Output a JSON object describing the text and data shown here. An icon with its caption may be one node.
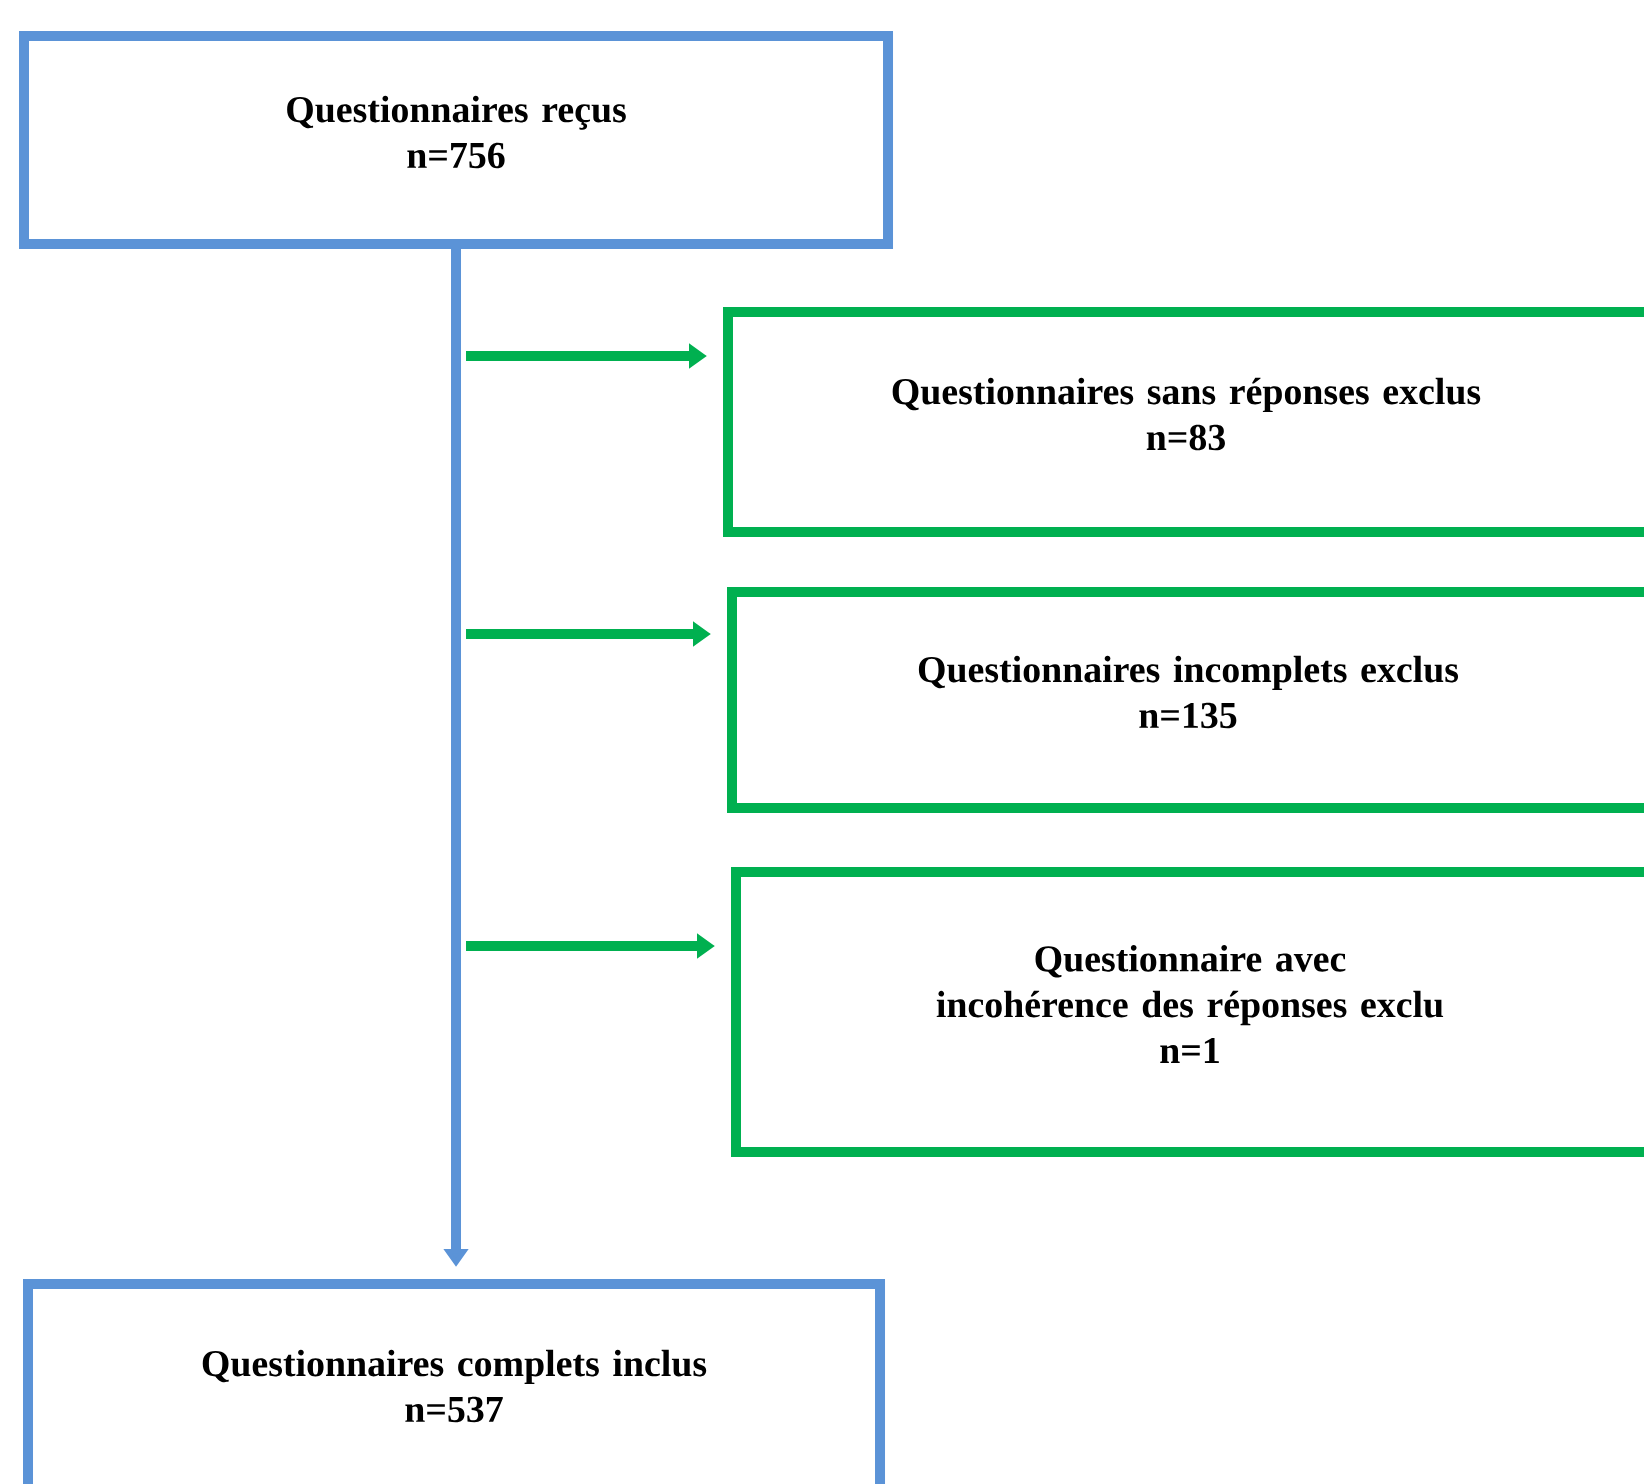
{
  "diagram": {
    "nodes": [
      {
        "text": [
          "Questionnaires reçus",
          "n=756"
        ]
      },
      {
        "text": [
          "Questionnaires sans réponses exclus",
          "n=83"
        ]
      },
      {
        "text": [
          "Questionnaires incomplets exclus",
          "n=135"
        ]
      },
      {
        "text": [
          "Questionnaire avec incohérence des réponses exclu",
          "n=1"
        ]
      },
      {
        "text": [
          "Questionnaires complets inclus",
          "n=537"
        ]
      }
    ],
    "edges": [
      {
        "from": 0,
        "to": 4,
        "arrow": "to",
        "color": "#5b93d7"
      },
      {
        "from": null,
        "to": 1,
        "arrow": "to"
      },
      {
        "from": null,
        "to": 2,
        "arrow": "to"
      },
      {
        "from": null,
        "to": 3,
        "arrow": "to"
      }
    ]
  }
}
